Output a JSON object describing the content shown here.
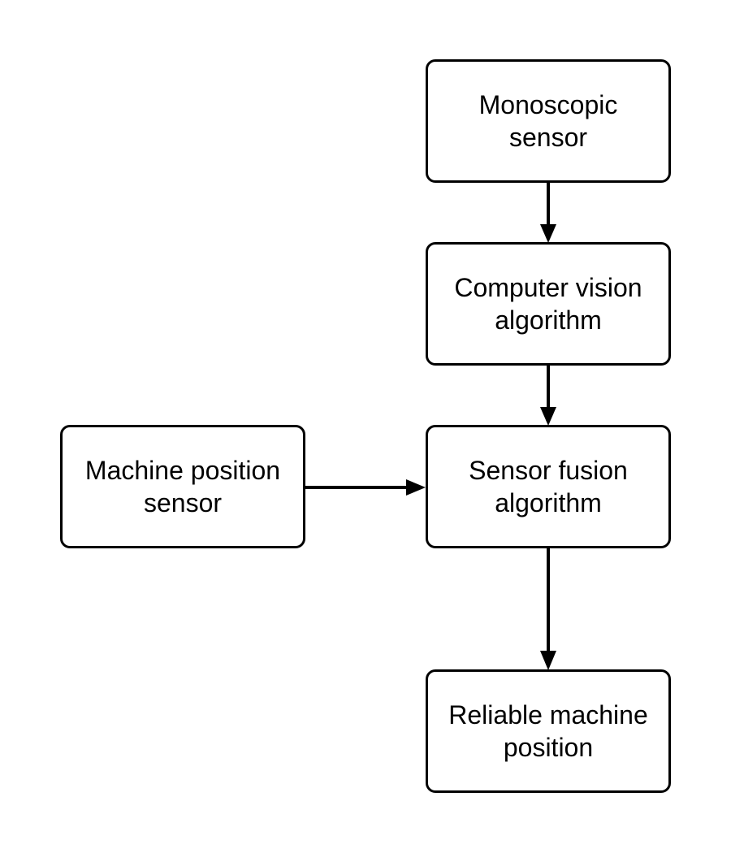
{
  "diagram": {
    "nodes": {
      "monoscopic_sensor": {
        "line1": "Monoscopic",
        "line2": "sensor"
      },
      "computer_vision": {
        "line1": "Computer vision",
        "line2": "algorithm"
      },
      "sensor_fusion": {
        "line1": "Sensor fusion",
        "line2": "algorithm"
      },
      "machine_position_sensor": {
        "line1": "Machine position",
        "line2": "sensor"
      },
      "reliable_position": {
        "line1": "Reliable machine",
        "line2": "position"
      }
    },
    "edges": [
      {
        "from": "monoscopic_sensor",
        "to": "computer_vision"
      },
      {
        "from": "computer_vision",
        "to": "sensor_fusion"
      },
      {
        "from": "machine_position_sensor",
        "to": "sensor_fusion"
      },
      {
        "from": "sensor_fusion",
        "to": "reliable_position"
      }
    ],
    "colors": {
      "stroke": "#000000",
      "background": "#ffffff"
    }
  }
}
